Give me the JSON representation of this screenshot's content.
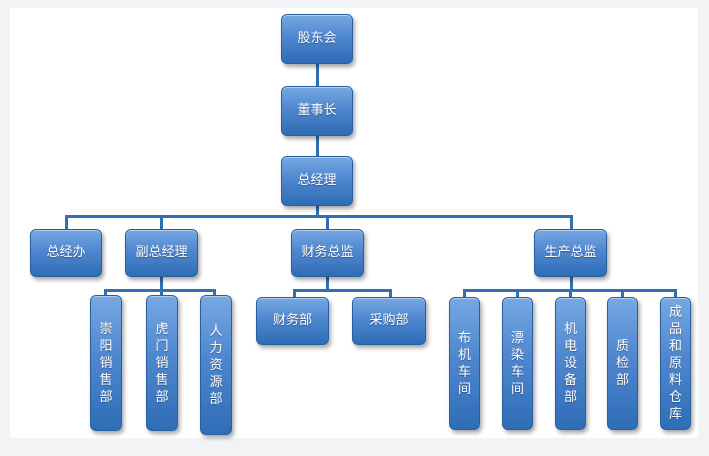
{
  "org_chart": {
    "shareholders_meeting": "股东会",
    "board_chairman": "董事长",
    "general_manager": "总经理",
    "gm_office": "总经办",
    "deputy_gm": "副总经理",
    "finance_director": "财务总监",
    "production_director": "生产总监",
    "sales_chongyang": "崇阳销售部",
    "sales_humen": "虎门销售部",
    "human_resources": "人力资源部",
    "finance_dept": "财务部",
    "purchasing_dept": "采购部",
    "weaving_workshop": "布机车间",
    "dyeing_workshop": "漂染车间",
    "equipment_dept": "机电设备部",
    "quality_dept": "质检部",
    "warehouse": "成品和原料仓库"
  },
  "colors": {
    "node_top": "#76a8e2",
    "node_bottom": "#2f6db7",
    "connector": "#2f6fb4",
    "background": "#ffffff"
  }
}
